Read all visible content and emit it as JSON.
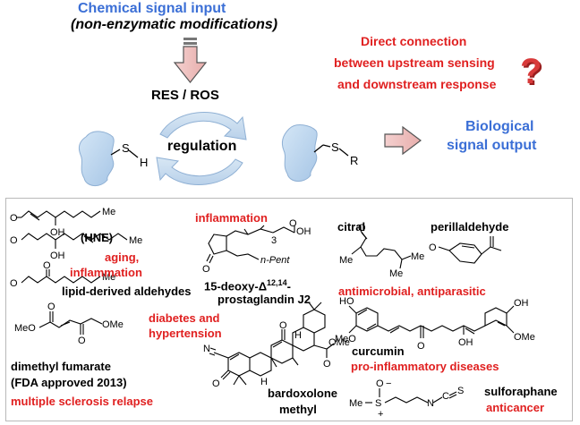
{
  "top": {
    "chemical_signal_input": "Chemical signal input",
    "non_enzymatic_modifications": "(non-enzymatic modifications)",
    "res_ros": "RES / ROS",
    "regulation": "regulation",
    "direct_connection": [
      "Direct connection",
      "between upstream sensing",
      "and downstream response"
    ],
    "question_mark": "?",
    "biological_signal_output": [
      "Biological",
      "signal output"
    ],
    "protein_left_atoms": {
      "s": "S",
      "h": "H"
    },
    "protein_right_atoms": {
      "s": "S",
      "r": "R"
    }
  },
  "compounds": {
    "hne": {
      "name": "(HNE)",
      "atoms": {
        "o": "O",
        "me": "Me",
        "oh": "OH"
      },
      "oh2": "OH",
      "me2": "Me"
    },
    "aging_inflammation": [
      "aging,",
      "inflammation"
    ],
    "lipid_aldehydes": {
      "name": "lipid-derived aldehydes",
      "me": "Me",
      "o": "O"
    },
    "prostaglandin": {
      "category": "inflammation",
      "name_line1": "15-deoxy-Δ",
      "superscript": "12,14",
      "name_line1_end": "-",
      "name_line2": "prostaglandin J2",
      "atoms": {
        "oh": "OH",
        "o": "O",
        "three": "3",
        "npent": "n-Pent"
      }
    },
    "citral": {
      "name": "citral",
      "atoms": {
        "o": "O",
        "me": "Me",
        "me2": "Me",
        "me3": "Me"
      }
    },
    "perillaldehyde": {
      "name": "perillaldehyde",
      "atoms": {
        "o": "O"
      }
    },
    "citral_perilla_activity": "antimicrobial, antiparasitic",
    "dmf": {
      "name": "dimethyl fumarate",
      "approval": "(FDA approved 2013)",
      "activity": "multiple sclerosis relapse",
      "atoms": {
        "meo": "MeO",
        "ome": "OMe",
        "o": "O",
        "o2": "O"
      }
    },
    "bardoxolone": {
      "category": [
        "diabetes and",
        "hypertension"
      ],
      "name": [
        "bardoxolone",
        "methyl"
      ],
      "atoms": {
        "n": "N",
        "o": "O",
        "o2": "O",
        "ome": "OMe",
        "o3": "O",
        "h": "H",
        "h2": "H"
      }
    },
    "curcumin": {
      "name": "curcumin",
      "activity": "pro-inflammatory diseases",
      "atoms": {
        "ho": "HO",
        "meo": "MeO",
        "o": "O",
        "oh": "OH",
        "oh2": "OH",
        "ome": "OMe"
      }
    },
    "sulforaphane": {
      "name": "sulforaphane",
      "activity": "anticancer",
      "atoms": {
        "me": "Me",
        "s": "S",
        "o": "O",
        "n": "N",
        "c": "C",
        "s2": "S",
        "minus": "−",
        "plus": "+"
      }
    }
  }
}
